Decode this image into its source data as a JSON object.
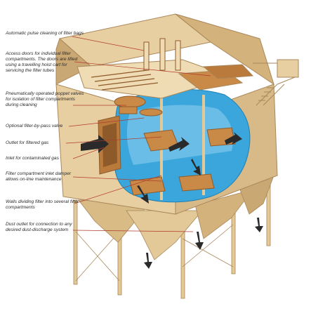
{
  "callouts": [
    {
      "id": "pulse-cleaning",
      "text": "Automatic pulse cleaning of filter bags"
    },
    {
      "id": "access-doors",
      "text": "Access doors for individual filter compartments. The doors are lifted using a travelling hoist cart for servicing the filter tubes"
    },
    {
      "id": "poppet-valves",
      "text": "Pneumatically operated poppet valves for isolation of filter compartments during cleaning"
    },
    {
      "id": "bypass-valve",
      "text": "Optional filter-by-pass valve"
    },
    {
      "id": "outlet",
      "text": "Outlet for filtered gas"
    },
    {
      "id": "inlet",
      "text": "Inlet for contaminated gas"
    },
    {
      "id": "inlet-damper",
      "text": "Filter compartment inlet damper allows on-line maintenance"
    },
    {
      "id": "dividing-walls",
      "text": "Walls dividing filter into several filter compartments"
    },
    {
      "id": "dust-outlet",
      "text": "Dust outlet for connection to any desired dust-discharge system"
    }
  ],
  "colors": {
    "casing": "#e3c898",
    "casing_dark": "#c9a873",
    "casing_light": "#f0dcb4",
    "water": "#3aa6dc",
    "water_light": "#8fd0f0",
    "wood": "#c98a48",
    "wood_dark": "#8e5a2a",
    "steel": "#7a7f86",
    "arrow": "#2a2a2a",
    "leader": "#b03a2e",
    "label_text": "#2b2b2b"
  }
}
